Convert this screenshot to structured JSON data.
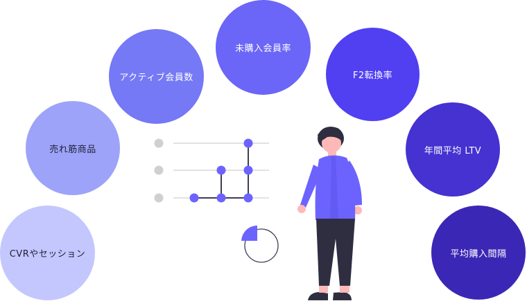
{
  "metrics": {
    "cvr": "CVRやセッション",
    "best_sellers": "売れ筋商品",
    "active_members": "アクティブ会員数",
    "non_purchasing_rate": "未購入会員率",
    "f2_conversion": "F2転換率",
    "annual_ltv": "年間平均 LTV",
    "avg_purchase_interval": "平均購入間隔"
  },
  "colors": {
    "accent": "#6c63ff",
    "circle_lightest": "#c3c7fd",
    "circle_darkest": "#3b27b5",
    "figure_pants": "#2f2e41",
    "skin": "#ffb8b8"
  },
  "icons": [
    "node-graph-icon",
    "pie-chart-icon",
    "person-illustration"
  ]
}
